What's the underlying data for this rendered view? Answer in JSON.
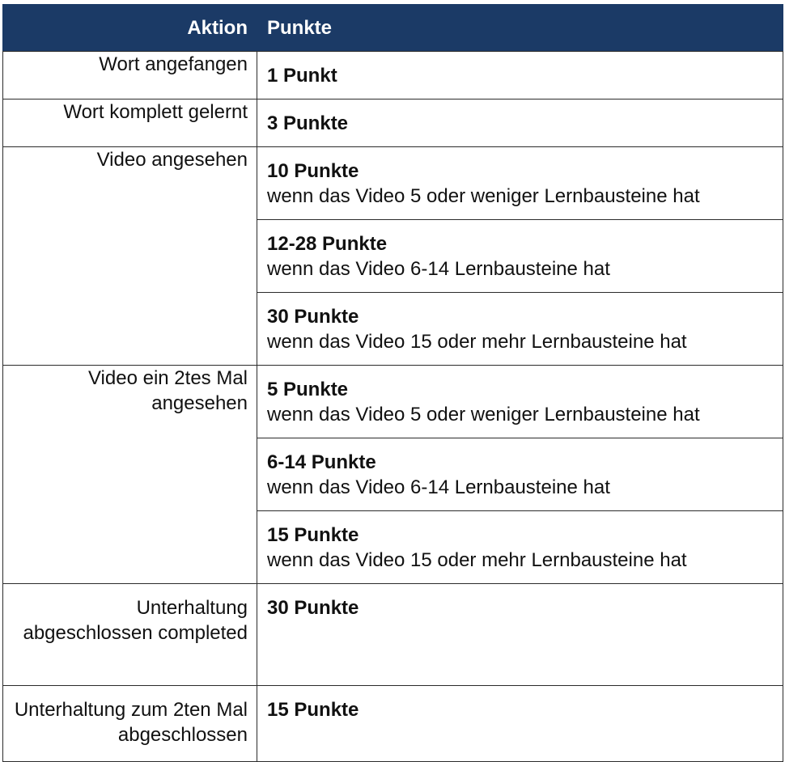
{
  "table": {
    "headers": {
      "action": "Aktion",
      "points": "Punkte"
    },
    "rows": [
      {
        "action": "Wort angefangen",
        "points": [
          {
            "value": "1 Punkt",
            "note": ""
          }
        ]
      },
      {
        "action": "Wort komplett gelernt",
        "points": [
          {
            "value": "3 Punkte",
            "note": ""
          }
        ]
      },
      {
        "action": "Video angesehen",
        "points": [
          {
            "value": "10 Punkte",
            "note": "wenn das Video 5 oder weniger Lernbausteine hat"
          },
          {
            "value": "12-28 Punkte",
            "note": "wenn das Video 6-14 Lernbausteine hat"
          },
          {
            "value": "30 Punkte",
            "note": "wenn das Video 15 oder mehr Lernbausteine hat"
          }
        ]
      },
      {
        "action": "Video ein 2tes Mal angesehen",
        "points": [
          {
            "value": "5 Punkte",
            "note": "wenn das Video 5 oder weniger Lernbausteine hat"
          },
          {
            "value": "6-14 Punkte",
            "note": "wenn das Video 6-14 Lernbausteine hat"
          },
          {
            "value": "15 Punkte",
            "note": "wenn das Video 15 oder mehr Lernbausteine hat"
          }
        ]
      },
      {
        "action": "Unterhaltung abgeschlossen completed",
        "points": [
          {
            "value": "30 Punkte",
            "note": ""
          }
        ]
      },
      {
        "action": "Unterhaltung zum 2ten Mal abgeschlossen",
        "points": [
          {
            "value": "15 Punkte",
            "note": ""
          }
        ]
      }
    ]
  },
  "colors": {
    "header_bg": "#1b3a66",
    "header_text": "#ffffff",
    "border": "#2b2b2b"
  }
}
